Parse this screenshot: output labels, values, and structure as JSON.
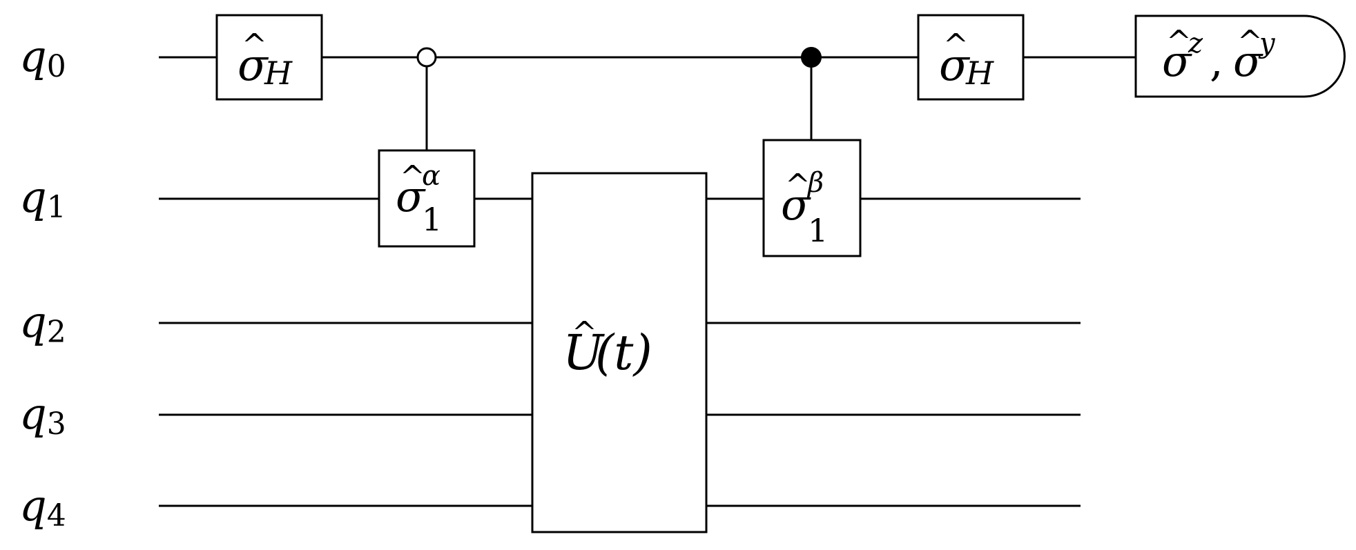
{
  "qubits": [
    {
      "name": "q",
      "index": "0"
    },
    {
      "name": "q",
      "index": "1"
    },
    {
      "name": "q",
      "index": "2"
    },
    {
      "name": "q",
      "index": "3"
    },
    {
      "name": "q",
      "index": "4"
    }
  ],
  "gates": {
    "h_first": {
      "symbol": "σ",
      "hat": "^",
      "sub": "H"
    },
    "alpha": {
      "symbol": "σ",
      "hat": "^",
      "sup": "α",
      "sub": "1"
    },
    "unitary": {
      "symbol": "U",
      "hat": "^",
      "arg": "(t)"
    },
    "beta": {
      "symbol": "σ",
      "hat": "^",
      "sup": "β",
      "sub": "1"
    },
    "h_last": {
      "symbol": "σ",
      "hat": "^",
      "sub": "H"
    }
  },
  "controls": {
    "alpha_control": "open",
    "beta_control": "filled"
  },
  "measurement": {
    "first_symbol": "σ",
    "first_sup": "z",
    "separator": ",",
    "second_symbol": "σ",
    "second_sup": "y",
    "hat": "^"
  },
  "colors": {
    "line": "#000000",
    "background": "#ffffff"
  }
}
